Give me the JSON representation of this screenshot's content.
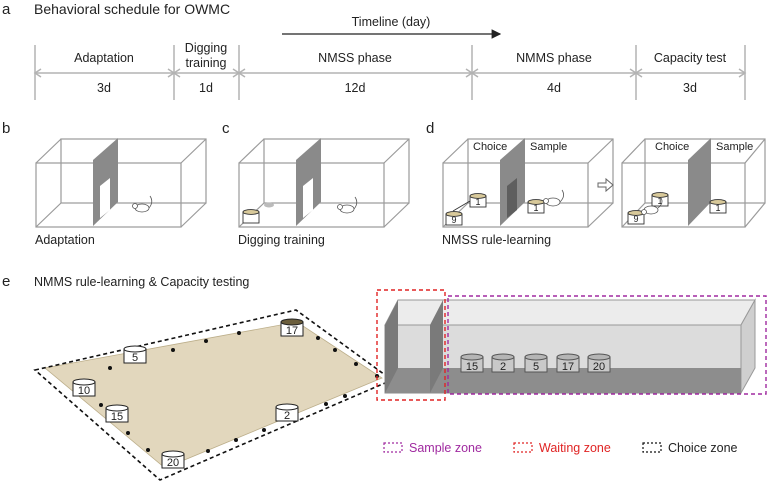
{
  "panel_labels": {
    "a": "a",
    "b": "b",
    "c": "c",
    "d": "d",
    "e": "e"
  },
  "schedule": {
    "title": "Behavioral schedule for OWMC",
    "timeline_label": "Timeline (day)",
    "phases": [
      {
        "name": "Adaptation",
        "name_line2": "",
        "duration": "3d"
      },
      {
        "name": "Digging",
        "name_line2": "training",
        "duration": "1d"
      },
      {
        "name": "NMSS phase",
        "name_line2": "",
        "duration": "12d"
      },
      {
        "name": "NMMS phase",
        "name_line2": "",
        "duration": "4d"
      },
      {
        "name": "Capacity test",
        "name_line2": "",
        "duration": "3d"
      }
    ]
  },
  "boxes": {
    "b_caption": "Adaptation",
    "c_caption": "Digging training",
    "d_caption": "NMSS rule-learning",
    "choice_label": "Choice",
    "sample_label": "Sample",
    "cups": {
      "d1_choice_far": "1",
      "d1_choice_near": "9",
      "d1_sample": "1",
      "d2_choice_far": "1",
      "d2_choice_near": "9",
      "d2_sample": "1"
    },
    "arrow_icon": "hollow-right-arrow-icon"
  },
  "arena": {
    "title": "NMMS rule-learning & Capacity testing",
    "floor_color": "#e2d7bd",
    "arena_cups": [
      "17",
      "5",
      "10",
      "15",
      "2",
      "20"
    ],
    "corridor_cups": [
      "15",
      "2",
      "5",
      "17",
      "20"
    ]
  },
  "legend": {
    "sample_zone": {
      "label": "Sample zone",
      "color": "#a02aa0"
    },
    "waiting_zone": {
      "label": "Waiting zone",
      "color": "#e02424"
    },
    "choice_zone": {
      "label": "Choice zone",
      "color": "#111111"
    }
  }
}
